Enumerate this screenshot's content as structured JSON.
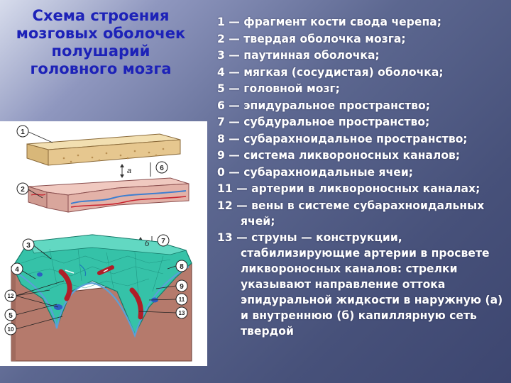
{
  "slide": {
    "title": "Схема строения мозговых оболочек полушарий головного мозга",
    "legend": [
      "1 — фрагмент кости свода черепа;",
      "2 — твердая оболочка мозга;",
      "3 — паутинная оболочка;",
      "4 — мягкая (сосудистая) оболочка;",
      "5 — головной мозг;",
      "6 — эпидуральное пространство;",
      "7 — субдуральное пространство;",
      "8 — субарахноидальное пространство;",
      "9 — система ликвороносных каналов;",
      "0 — субарахноидальные ячеи;",
      "11 — артерии в ликвороносных каналах;",
      "12 — вены в системе субарахноидальных ячей;",
      "13 — струны — конструкции, стабилизирующие артерии в просвете ликвороносных каналов: стрелки указывают направление оттока эпидуральной жидкости в наружную (а) и внутреннюю (б) капиллярную сеть твердой"
    ]
  },
  "figure": {
    "callouts": [
      "1",
      "2",
      "3",
      "4",
      "5",
      "6",
      "7",
      "8",
      "9",
      "10",
      "11",
      "12",
      "13"
    ],
    "arrow_labels": {
      "a": "а",
      "b": "б"
    }
  },
  "colors": {
    "title": "#1d22b8",
    "legend_text": "#ffffff",
    "bone": "#e2c48a",
    "dura": "#d9aaa0",
    "arachnoid": "#35c2a8",
    "brain": "#b57a6c",
    "artery": "#c8232f"
  }
}
